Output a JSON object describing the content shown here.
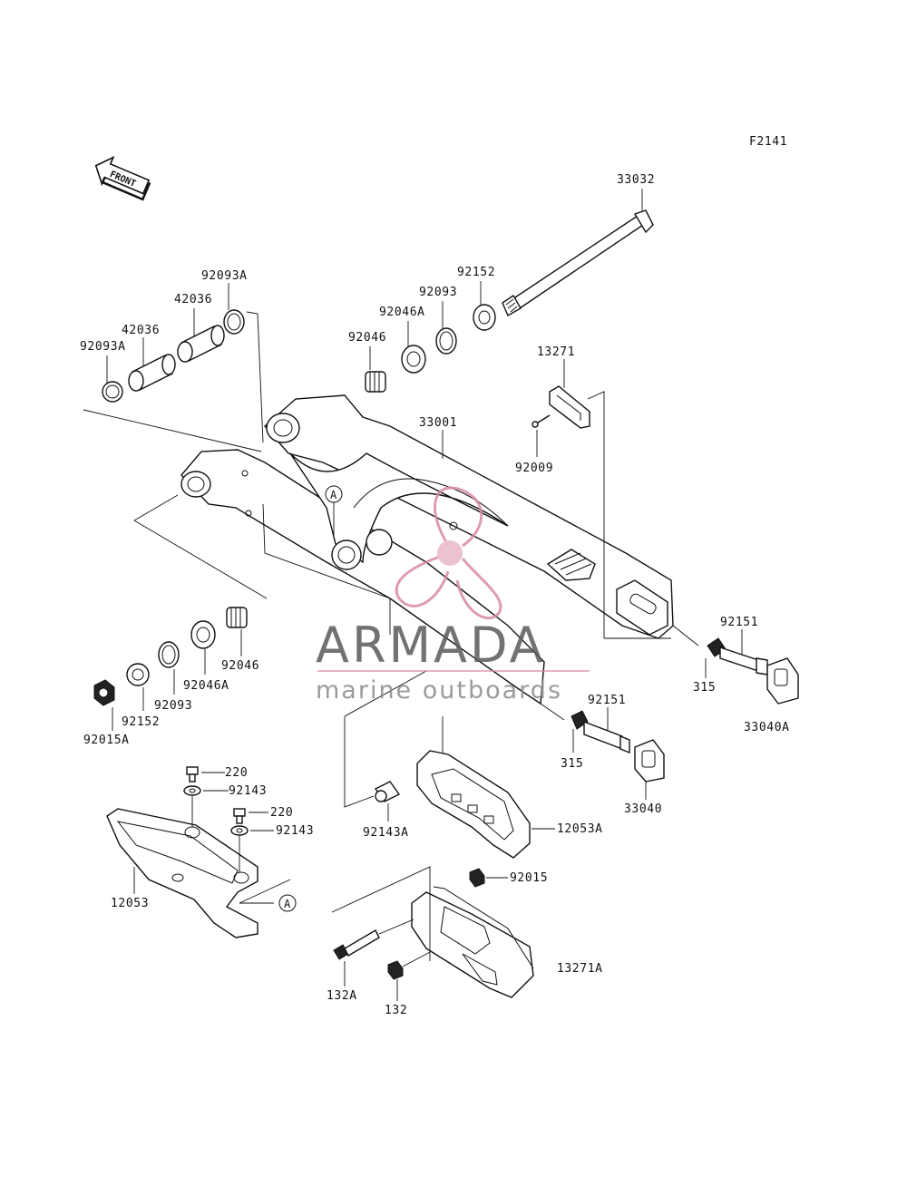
{
  "diagram": {
    "figure_code": "F2141",
    "front_arrow_text": "FRONT",
    "callout_circle": "A"
  },
  "parts": {
    "p33032": "33032",
    "p92152_top": "92152",
    "p92093_top": "92093",
    "p92046A_top": "92046A",
    "p92046_top": "92046",
    "p92093A_top": "92093A",
    "p42036_top": "42036",
    "p42036_left": "42036",
    "p92093A_left": "92093A",
    "p13271": "13271",
    "p92009": "92009",
    "p33001": "33001",
    "p92151_right": "92151",
    "p315_right": "315",
    "p33040A": "33040A",
    "p92151_mid": "92151",
    "p315_mid": "315",
    "p33040": "33040",
    "p92046_bottom": "92046",
    "p92046A_bottom": "92046A",
    "p92093_bottom": "92093",
    "p92152_bottom": "92152",
    "p92015A": "92015A",
    "p220_a": "220",
    "p92143_a": "92143",
    "p220_b": "220",
    "p92143_b": "92143",
    "p12053": "12053",
    "p92143A": "92143A",
    "p12053A": "12053A",
    "p92015": "92015",
    "p13271A": "13271A",
    "p132A": "132A",
    "p132": "132"
  },
  "watermark": {
    "brand": "ARMADA",
    "tagline": "marine outboards",
    "colors": {
      "pink": "#d88aa8",
      "pink_light": "#e9b8cb",
      "gray": "#5a5a5a"
    }
  }
}
